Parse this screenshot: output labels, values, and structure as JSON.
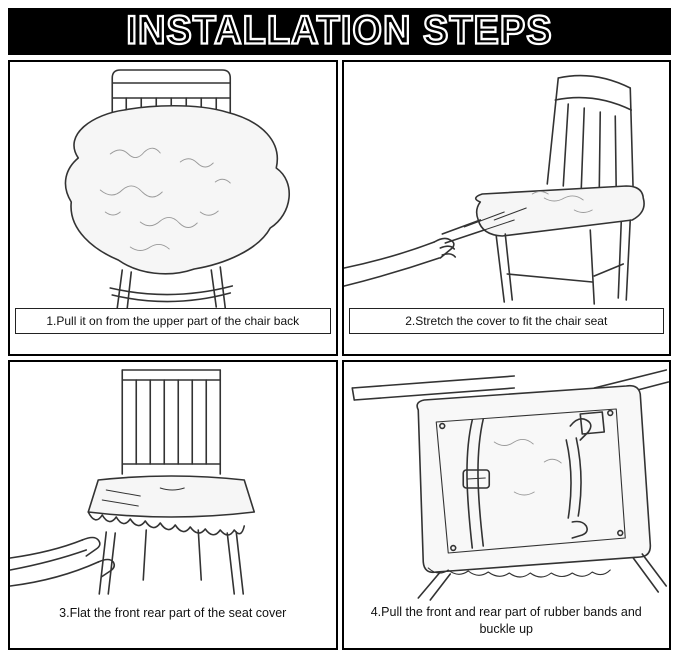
{
  "header": {
    "title": "INSTALLATION STEPS"
  },
  "steps": [
    {
      "id": 1,
      "caption": "1.Pull it on from the upper part of the chair back",
      "illustration": "cover-pulled-over-chair-back"
    },
    {
      "id": 2,
      "caption": "2.Stretch the cover to fit the chair seat",
      "illustration": "hand-stretching-cover-on-seat"
    },
    {
      "id": 3,
      "caption": "3.Flat the front rear part of the seat cover",
      "illustration": "hands-flattening-front-of-seat-cover"
    },
    {
      "id": 4,
      "caption": "4.Pull the front and rear part of rubber bands and buckle up",
      "illustration": "upside-down-chair-buckling-rubber-bands"
    }
  ],
  "colors": {
    "background": "#ffffff",
    "banner": "#000000",
    "banner_text": "#ffffff",
    "ink": "#333333",
    "panel_border": "#000000"
  }
}
